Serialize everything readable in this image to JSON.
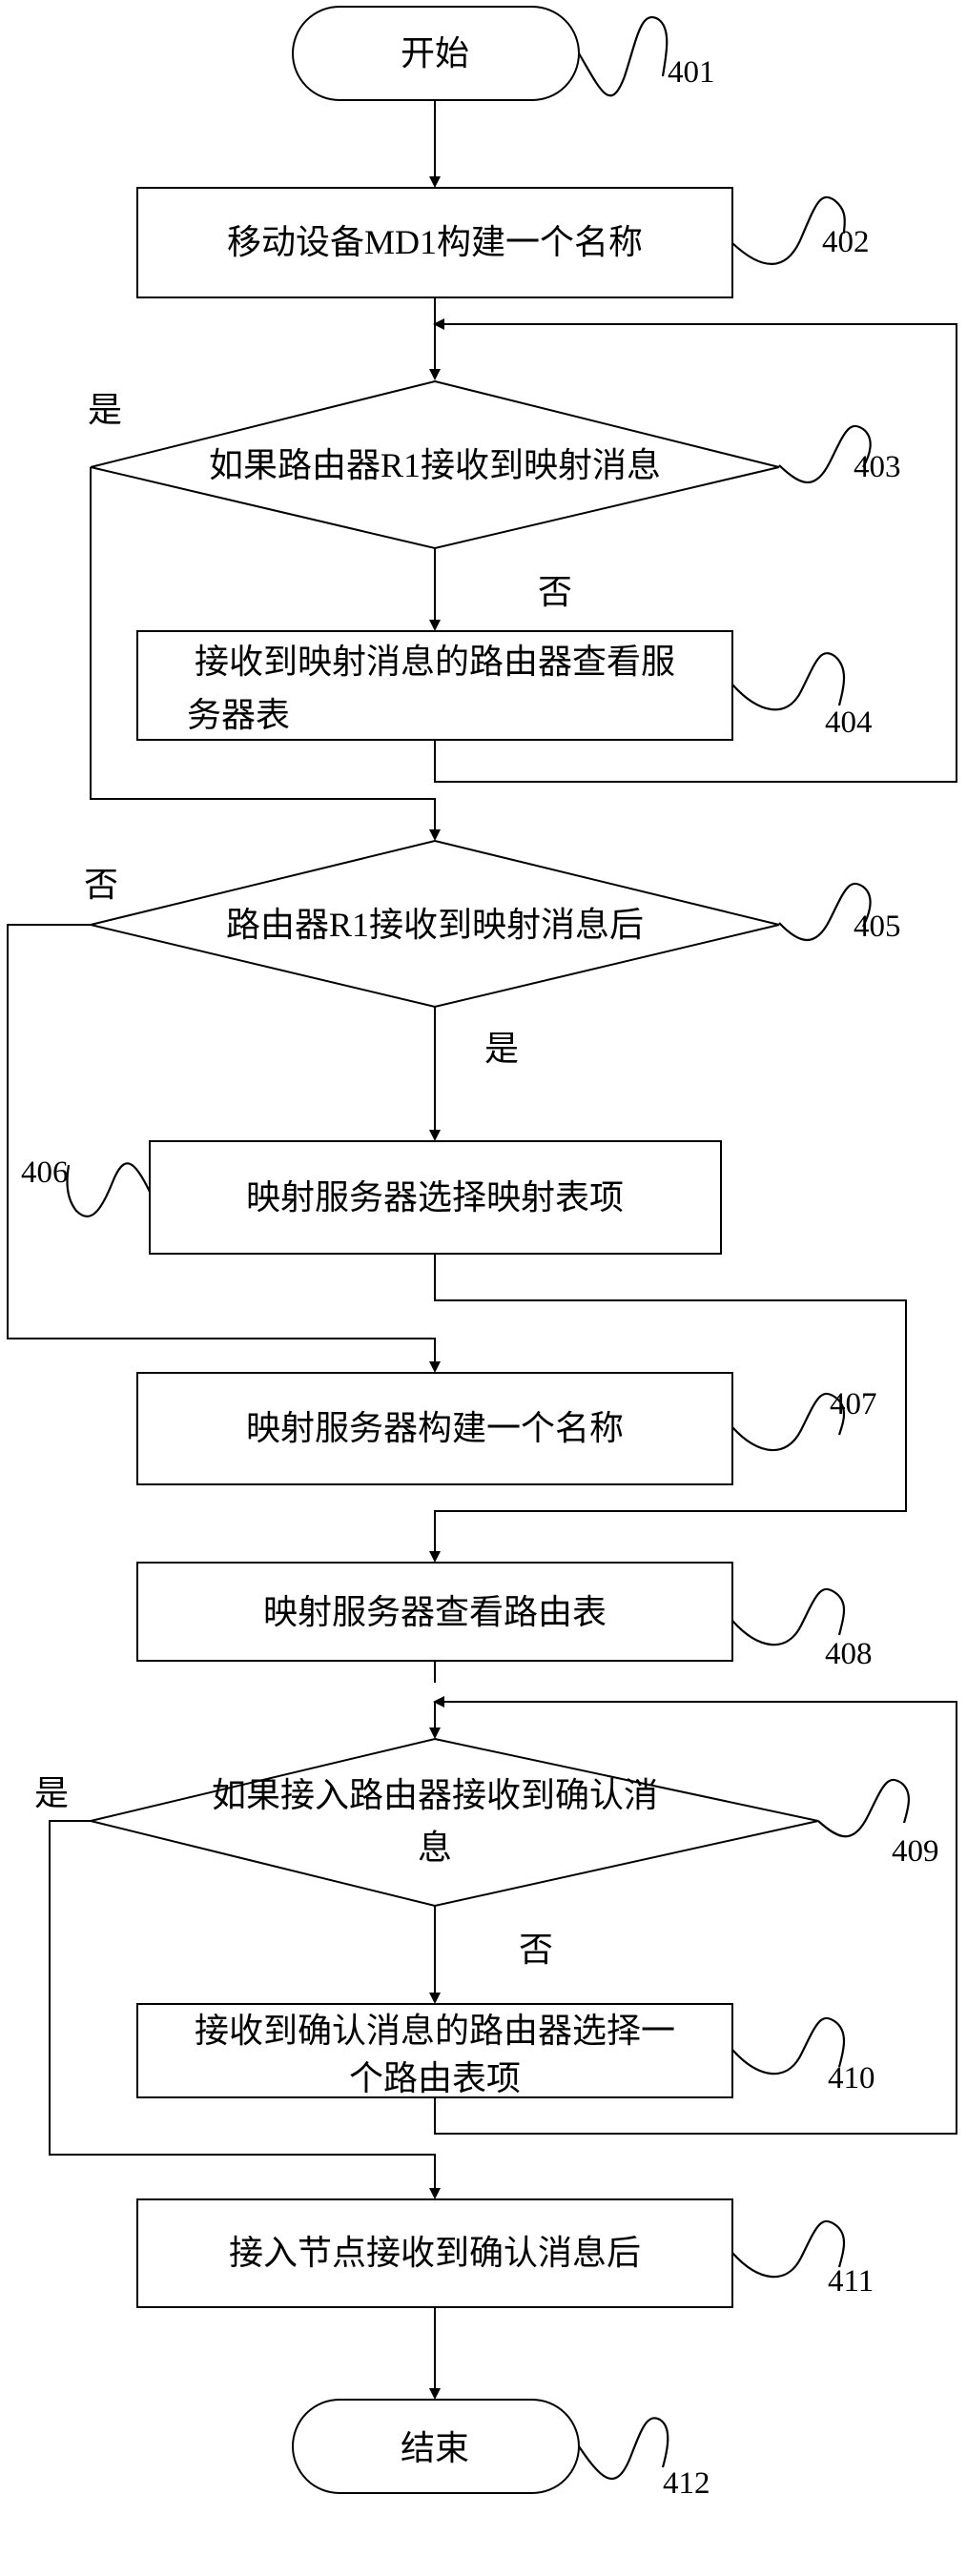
{
  "nodes": {
    "n401": {
      "text": "开始",
      "ref": "401"
    },
    "n402": {
      "text": "移动设备MD1构建一个名称",
      "ref": "402"
    },
    "n403": {
      "text": "如果路由器R1接收到映射消息",
      "ref": "403"
    },
    "n404": {
      "line1": "接收到映射消息的路由器查看服",
      "line2": "务器表",
      "ref": "404"
    },
    "n405": {
      "text": "路由器R1接收到映射消息后",
      "ref": "405"
    },
    "n406": {
      "text": "映射服务器选择映射表项",
      "ref": "406"
    },
    "n407": {
      "text": "映射服务器构建一个名称",
      "ref": "407"
    },
    "n408": {
      "text": "映射服务器查看路由表",
      "ref": "408"
    },
    "n409": {
      "line1": "如果接入路由器接收到确认消",
      "line2": "息",
      "ref": "409"
    },
    "n410": {
      "line1": "接收到确认消息的路由器选择一",
      "line2": "个路由表项",
      "ref": "410"
    },
    "n411": {
      "text": "接入节点接收到确认消息后",
      "ref": "411"
    },
    "n412": {
      "text": "结束",
      "ref": "412"
    }
  },
  "edge_labels": {
    "d403_yes": "是",
    "d403_no": "否",
    "d405_no": "否",
    "d405_yes": "是",
    "d409_yes": "是",
    "d409_no": "否"
  }
}
